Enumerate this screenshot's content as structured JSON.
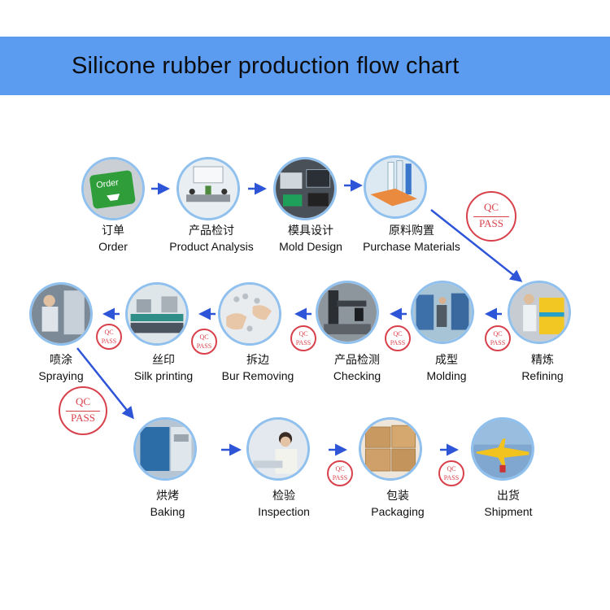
{
  "header": {
    "title": "Silicone rubber production flow chart"
  },
  "steps": [
    {
      "cn": "订单",
      "en": "Order",
      "icon": "order-keyboard-icon"
    },
    {
      "cn": "产品检讨",
      "en": "Product Analysis",
      "icon": "meeting-room-icon"
    },
    {
      "cn": "模具设计",
      "en": "Mold Design",
      "icon": "computer-monitors-icon"
    },
    {
      "cn": "原料购置",
      "en": "Purchase Materials",
      "icon": "raw-material-sheets-icon"
    },
    {
      "cn": "精炼",
      "en": "Refining",
      "icon": "refining-machine-icon"
    },
    {
      "cn": "成型",
      "en": "Molding",
      "icon": "molding-press-icon"
    },
    {
      "cn": "产品检测",
      "en": "Checking",
      "icon": "checking-instrument-icon"
    },
    {
      "cn": "拆边",
      "en": "Bur Removing",
      "icon": "hands-deburring-icon"
    },
    {
      "cn": "丝印",
      "en": "Silk printing",
      "icon": "silk-print-line-icon"
    },
    {
      "cn": "喷涂",
      "en": "Spraying",
      "icon": "spray-worker-icon"
    },
    {
      "cn": "烘烤",
      "en": "Baking",
      "icon": "oven-icon"
    },
    {
      "cn": "检验",
      "en": "Inspection",
      "icon": "inspector-icon"
    },
    {
      "cn": "包装",
      "en": "Packaging",
      "icon": "cardboard-boxes-icon"
    },
    {
      "cn": "出货",
      "en": "Shipment",
      "icon": "cargo-airplane-icon"
    }
  ],
  "stamp": {
    "top": "QC",
    "bottom": "PASS",
    "color": "#d8414b"
  },
  "colors": {
    "banner": "#5b9bf0",
    "arrow": "#2e55d8",
    "ring": "#8fc0ee"
  }
}
